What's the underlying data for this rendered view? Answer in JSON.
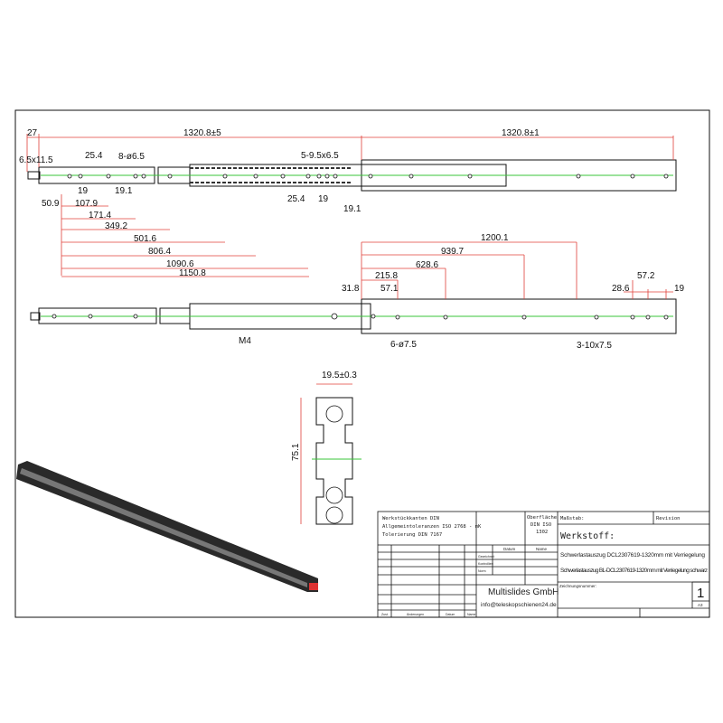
{
  "top_view": {
    "dims": {
      "d27": "27",
      "total_closed": "1320.8±5",
      "total_open": "1320.8±1",
      "slot": "6.5x11.5",
      "d25_4a": "25.4",
      "holes8": "8-ø6.5",
      "slots5": "5-9.5x6.5",
      "d19a": "19",
      "d19_1a": "19.1",
      "d50_9": "50.9",
      "d107_9": "107.9",
      "d171_4": "171.4",
      "d349_2": "349.2",
      "d501_6": "501.6",
      "d806_4": "806.4",
      "d1090_6": "1090.6",
      "d1150_8": "1150.8",
      "d25_4b": "25.4",
      "d19b": "19",
      "d19_1b": "19.1"
    }
  },
  "side_view": {
    "dims": {
      "d1200_1": "1200.1",
      "d939_7": "939.7",
      "d628_6": "628.6",
      "d215_8": "215.8",
      "d31_8": "31.8",
      "d57_1": "57.1",
      "d28_6": "28.6",
      "d57_2": "57.2",
      "d19": "19",
      "m4": "M4",
      "holes6": "6-ø7.5",
      "slots3": "3-10x7.5"
    }
  },
  "section": {
    "width": "19.5±0.3",
    "height": "75.1"
  },
  "title_block": {
    "notes": [
      "Werkstückkanten DIN",
      "Allgemeintoleranzen ISO 2768 - mK",
      "Tolerierung DIN 7167"
    ],
    "surface": [
      "Oberfläche",
      "DIN ISO",
      "1302"
    ],
    "scale_label": "Maßstab:",
    "revision_label": "Revision",
    "material_label": "Werkstoff:",
    "date_col": "Datum",
    "name_col": "Name",
    "rows": [
      "Gezeichnet",
      "Kontrolliert",
      "Norm"
    ],
    "desc1": "Schwerlastauszug DCL2307619-1320mm mit Verriegelung",
    "desc2": "Schwerlastauszug BL-DCL2307619-1320mm mit Verriegelung schwarz",
    "company": "Multislides GmbH",
    "email": "info@teleskopschienen24.de",
    "drawing_no_label": "Zeichnungsnummer:",
    "sheet": "1",
    "format": "A3",
    "footer": [
      "Zust.",
      "Änderungen",
      "Datum",
      "Name"
    ]
  }
}
